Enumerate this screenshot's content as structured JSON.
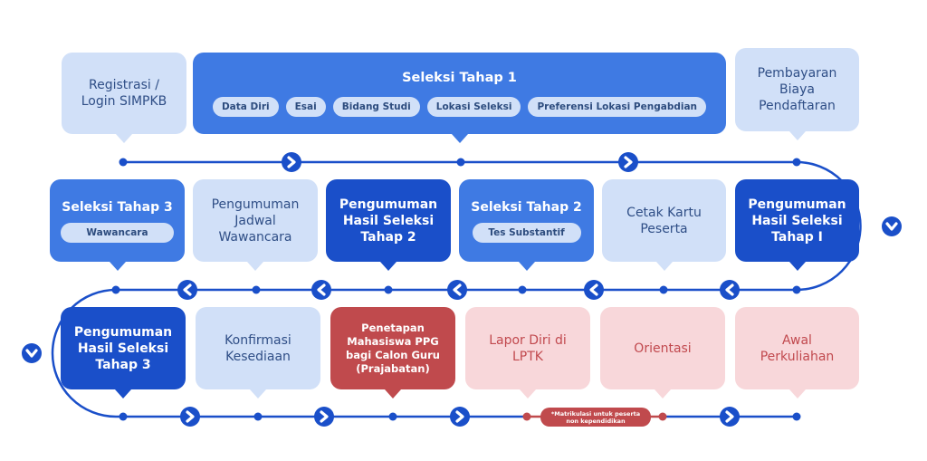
{
  "colors": {
    "line": "#1a4fc9",
    "light": "#d1e0f8",
    "mid": "#3f7ae3",
    "dark": "#1a4fc9",
    "red": "#c04a4d",
    "pink": "#f8d7da"
  },
  "row1": [
    {
      "id": "registrasi",
      "label": "Registrasi /\nLogin SIMPKB",
      "style": "light"
    },
    {
      "id": "seleksi-tahap-1",
      "label": "Seleksi Tahap 1",
      "style": "mid",
      "pills": [
        "Data Diri",
        "Esai",
        "Bidang Studi",
        "Lokasi Seleksi",
        "Preferensi Lokasi Pengabdian"
      ]
    },
    {
      "id": "pembayaran",
      "label": "Pembayaran\nBiaya\nPendaftaran",
      "style": "light"
    }
  ],
  "row2": [
    {
      "id": "seleksi-tahap-3",
      "label": "Seleksi Tahap 3",
      "style": "mid",
      "pill": "Wawancara"
    },
    {
      "id": "pengumuman-jadwal-wawancara",
      "label": "Pengumuman\nJadwal\nWawancara",
      "style": "light"
    },
    {
      "id": "pengumuman-hasil-tahap-2",
      "label": "Pengumuman\nHasil Seleksi\nTahap 2",
      "style": "dark"
    },
    {
      "id": "seleksi-tahap-2",
      "label": "Seleksi Tahap 2",
      "style": "mid",
      "pill": "Tes Substantif"
    },
    {
      "id": "cetak-kartu",
      "label": "Cetak Kartu\nPeserta",
      "style": "light"
    },
    {
      "id": "pengumuman-hasil-tahap-1",
      "label": "Pengumuman\nHasil Seleksi\nTahap I",
      "style": "dark"
    }
  ],
  "row3": [
    {
      "id": "pengumuman-hasil-tahap-3",
      "label": "Pengumuman\nHasil Seleksi\nTahap 3",
      "style": "dark"
    },
    {
      "id": "konfirmasi-kesediaan",
      "label": "Konfirmasi\nKesediaan",
      "style": "light"
    },
    {
      "id": "penetapan-mahasiswa",
      "label": "Penetapan\nMahasiswa PPG\nbagi Calon Guru\n(Prajabatan)",
      "style": "red"
    },
    {
      "id": "lapor-diri",
      "label": "Lapor Diri di\nLPTK",
      "style": "pink"
    },
    {
      "id": "orientasi",
      "label": "Orientasi",
      "style": "pink"
    },
    {
      "id": "awal-perkuliahan",
      "label": "Awal\nPerkuliahan",
      "style": "pink"
    }
  ],
  "note": "*Matrikulasi untuk peserta\nnon kependidikan"
}
